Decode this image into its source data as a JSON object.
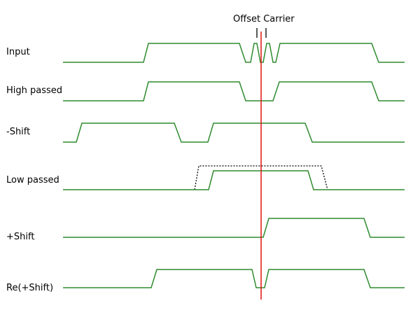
{
  "title": "Offset Carrier",
  "colors": {
    "signal": "#2e8b2e",
    "marker": "#e01010",
    "ghost": "#000000"
  },
  "rows": [
    {
      "label": "Input"
    },
    {
      "label": "High passed"
    },
    {
      "label": "-Shift"
    },
    {
      "label": "Low passed"
    },
    {
      "label": "+Shift"
    },
    {
      "label": "Re(+Shift)"
    }
  ]
}
